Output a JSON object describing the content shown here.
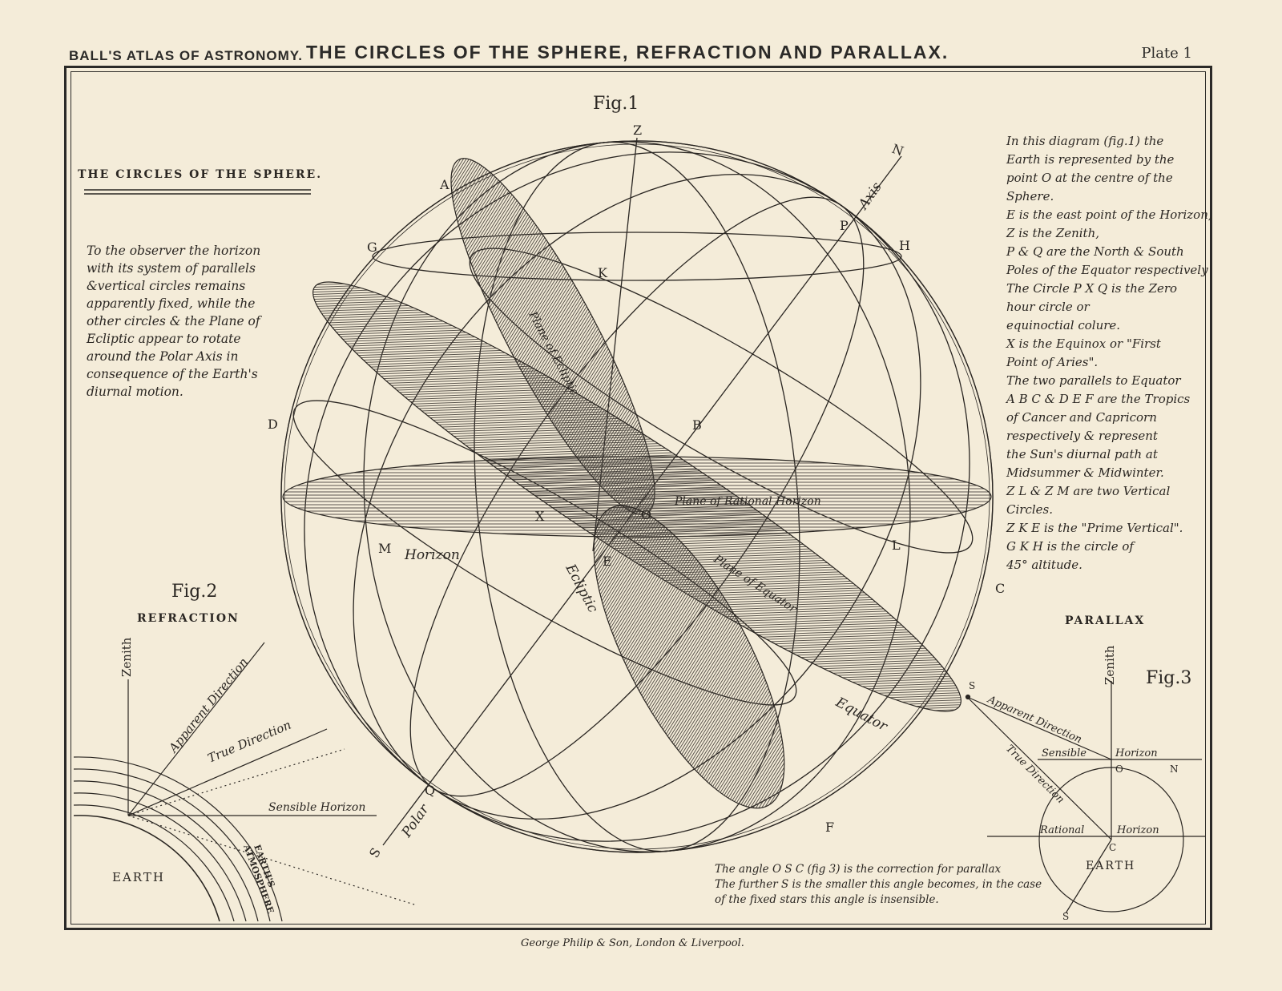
{
  "header": {
    "series": "BALL'S ATLAS OF ASTRONOMY.",
    "title": "THE CIRCLES OF THE SPHERE, REFRACTION AND PARALLAX.",
    "plate": "Plate 1"
  },
  "fig1": {
    "caption": "Fig.1",
    "section_title": "THE CIRCLES OF THE SPHERE.",
    "left_note": "To the observer the horizon\nwith its system of parallels\n&vertical circles remains\napparently fixed, while the\nother circles & the Plane of\nEcliptic appear to rotate\naround the Polar Axis in\nconsequence of the Earth's\ndiurnal motion.",
    "right_note": "In this diagram (fig.1) the\nEarth is represented by the\npoint O at the centre of the\nSphere.\nE is the east point of the Horizon,\nZ is the Zenith,\nP & Q are the North & South\nPoles of the Equator respectively\nThe Circle P X Q is the Zero\nhour circle or\nequinoctial colure.\nX is the Equinox or \"First\nPoint of Aries\".\nThe two parallels to Equator\nA B C & D E F are the Tropics\nof Cancer and Capricorn\nrespectively & represent\nthe Sun's diurnal path at\nMidsummer & Midwinter.\nZ L & Z M are two Vertical\nCircles.\nZ K E is the \"Prime Vertical\".\nG K H is the circle of\n45° altitude.",
    "points": {
      "Z": "Z",
      "N": "N",
      "A": "A",
      "P": "P",
      "H": "H",
      "G": "G",
      "K": "K",
      "D": "D",
      "B": "B",
      "X": "X",
      "O": "O",
      "E": "E",
      "M": "M",
      "L": "L",
      "C": "C",
      "Q": "Q",
      "F": "F",
      "S": "S"
    },
    "labels": {
      "axis": "Axis",
      "polar": "Polar",
      "plane_ecliptic": "Plane of Ecliptic",
      "plane_horizon": "Plane of Rational Horizon",
      "horizon": "Horizon",
      "ecliptic": "Ecliptic",
      "plane_equator": "Plane of Equator",
      "equator": "Equator"
    }
  },
  "fig2": {
    "caption": "Fig.2",
    "title": "REFRACTION",
    "zenith": "Zenith",
    "apparent": "Apparent Direction",
    "true_dir": "True Direction",
    "sensible": "Sensible Horizon",
    "earth": "EARTH",
    "atmosphere_1": "EARTH'S",
    "atmosphere_2": "ATMOSPHERE"
  },
  "fig3": {
    "caption": "Fig.3",
    "title": "PARALLAX",
    "zenith": "Zenith",
    "apparent": "Apparent Direction",
    "true_dir": "True Direction",
    "sensible": "Sensible",
    "horizon": "Horizon",
    "rational": "Rational",
    "horizon2": "Horizon",
    "earth": "EARTH",
    "S": "S",
    "O": "O",
    "N": "N",
    "C": "C",
    "S2": "S",
    "note": "The angle O S C (fig 3) is the correction for parallax\nThe further S is the smaller this angle becomes, in the case\nof the fixed stars this angle is insensible."
  },
  "publisher": "George Philip & Son, London & Liverpool."
}
